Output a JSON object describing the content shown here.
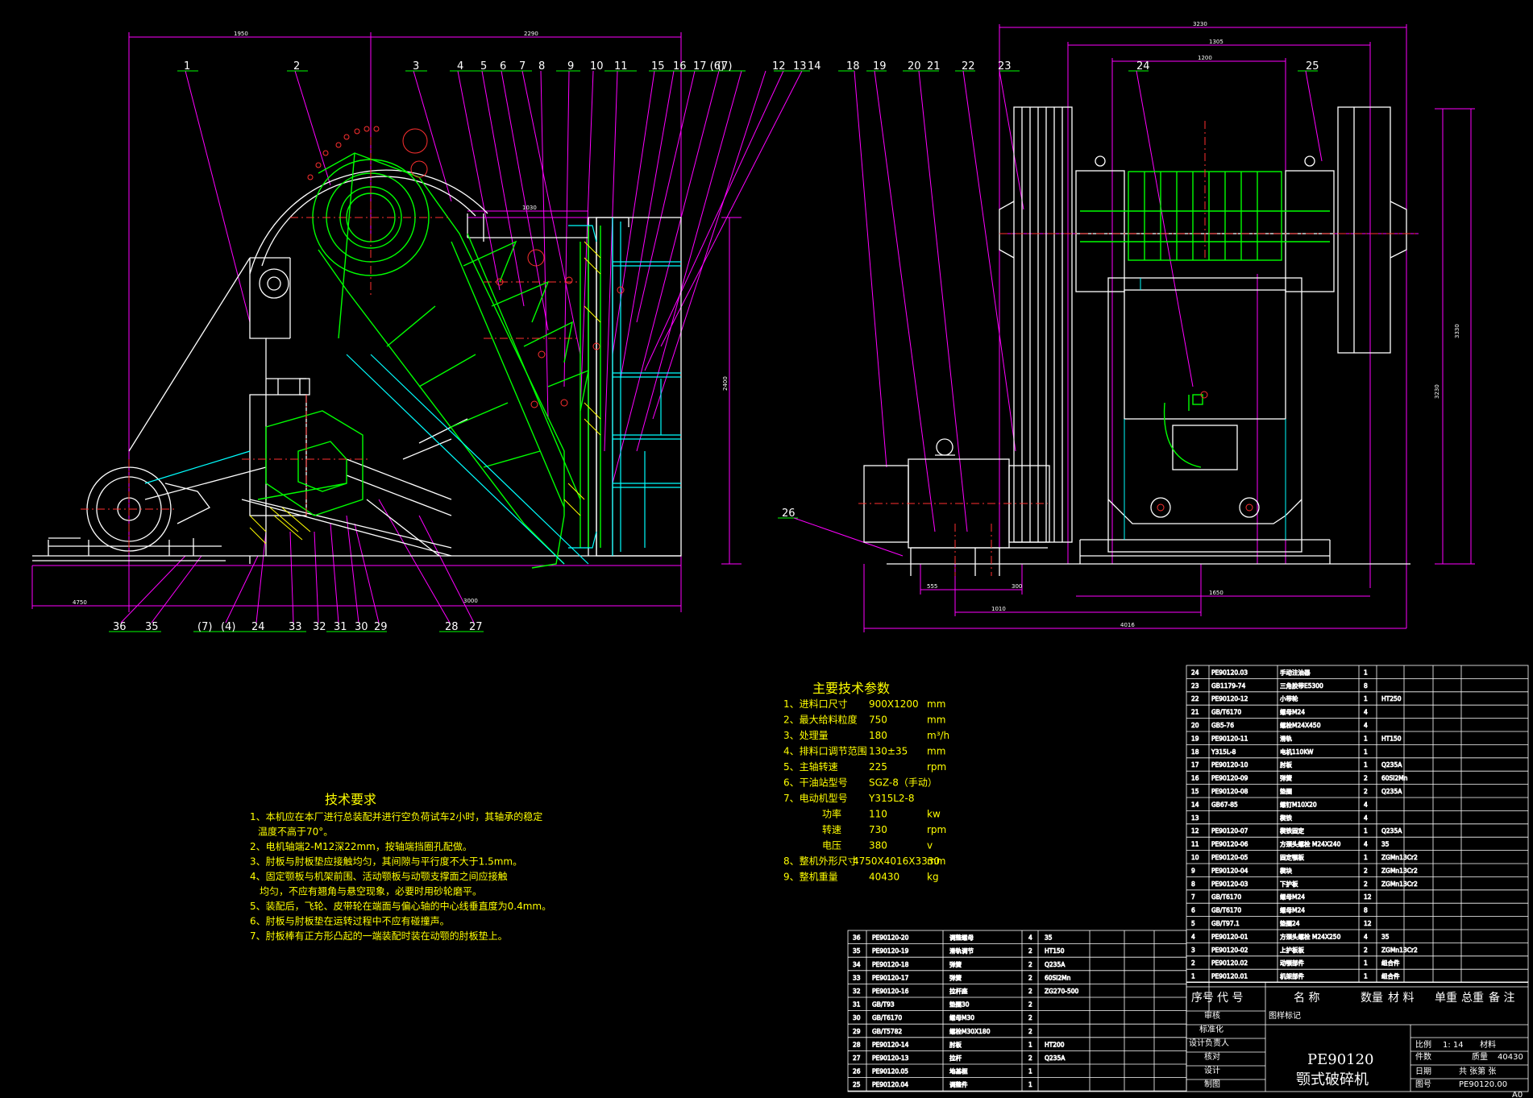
{
  "part_numbers_left": [
    "1",
    "2",
    "3",
    "4",
    "5",
    "6",
    "7",
    "8",
    "9",
    "10",
    "11",
    "15",
    "16",
    "17 (6)",
    "(7)",
    "12",
    "13",
    "14"
  ],
  "part_numbers_right": [
    "18",
    "19",
    "20",
    "21",
    "22",
    "23",
    "24",
    "25"
  ],
  "part_numbers_bottom": [
    "36",
    "35",
    "(7)",
    "(4)",
    "24",
    "33",
    "32",
    "31",
    "30",
    "29",
    "28",
    "27"
  ],
  "part_number_26": "26",
  "tech_requirements": {
    "title": "技术要求",
    "lines": [
      "1、本机应在本厂进行总装配并进行空负荷试车2小时，其轴承的稳定",
      "温度不高于70°。",
      "2、电机轴端2-M12深22mm，按轴端挡圈孔配做。",
      "3、肘板与肘板垫应接触均匀，其间隙与平行度不大于1.5mm。",
      "4、固定颚板与机架前围、活动颚板与动颚支撑面之间应接触",
      "均匀，不应有翘角与悬空现象，必要时用砂轮磨平。",
      "5、装配后，飞轮、皮带轮在端面与偏心轴的中心线垂直度为0.4mm。",
      "6、肘板与肘板垫在运转过程中不应有碰撞声。",
      "7、肘板棒有正方形凸起的一端装配时装在动颚的肘板垫上。"
    ]
  },
  "main_params": {
    "title": "主要技术参数",
    "rows": [
      {
        "label": "1、进料口尺寸",
        "value": "900X1200",
        "unit": "mm"
      },
      {
        "label": "2、最大给料粒度",
        "value": "750",
        "unit": "mm"
      },
      {
        "label": "3、处理量",
        "value": "180",
        "unit": "m³/h"
      },
      {
        "label": "4、排料口调节范围",
        "value": "130±35",
        "unit": "mm"
      },
      {
        "label": "5、主轴转速",
        "value": "225",
        "unit": "rpm"
      },
      {
        "label": "6、干油站型号",
        "value": "SGZ-8（手动）",
        "unit": ""
      },
      {
        "label": "7、电动机型号",
        "value": "Y315L2-8",
        "unit": ""
      },
      {
        "label": "功率",
        "value": "110",
        "unit": "kw"
      },
      {
        "label": "转速",
        "value": "730",
        "unit": "rpm"
      },
      {
        "label": "电压",
        "value": "380",
        "unit": "v"
      },
      {
        "label": "8、整机外形尺寸",
        "value": "4750X4016X3330",
        "unit": "mm"
      },
      {
        "label": "9、整机重量",
        "value": "40430",
        "unit": "kg"
      }
    ]
  },
  "bom_right": [
    {
      "no": "24",
      "code": "PE90120.03",
      "name": "手动注油器",
      "qty": "1",
      "mat": ""
    },
    {
      "no": "23",
      "code": "GB1179-74",
      "name": "三角胶带E5300",
      "qty": "8",
      "mat": ""
    },
    {
      "no": "22",
      "code": "PE90120-12",
      "name": "小带轮",
      "qty": "1",
      "mat": "HT250"
    },
    {
      "no": "21",
      "code": "GB/T6170",
      "name": "螺母M24",
      "qty": "4",
      "mat": ""
    },
    {
      "no": "20",
      "code": "GB5-76",
      "name": "螺栓M24X450",
      "qty": "4",
      "mat": ""
    },
    {
      "no": "19",
      "code": "PE90120-11",
      "name": "滑轨",
      "qty": "1",
      "mat": "HT150"
    },
    {
      "no": "18",
      "code": "Y315L-8",
      "name": "电机110KW",
      "qty": "1",
      "mat": ""
    },
    {
      "no": "17",
      "code": "PE90120-10",
      "name": "肘板",
      "qty": "1",
      "mat": "Q235A"
    },
    {
      "no": "16",
      "code": "PE90120-09",
      "name": "弹簧",
      "qty": "2",
      "mat": "60Si2Mn"
    },
    {
      "no": "15",
      "code": "PE90120-08",
      "name": "垫圈",
      "qty": "2",
      "mat": "Q235A"
    },
    {
      "no": "14",
      "code": "GB67-85",
      "name": "螺钉M10X20",
      "qty": "4",
      "mat": ""
    },
    {
      "no": "13",
      "code": "",
      "name": "楔铁",
      "qty": "4",
      "mat": ""
    },
    {
      "no": "12",
      "code": "PE90120-07",
      "name": "楔铁固定",
      "qty": "1",
      "mat": "Q235A"
    },
    {
      "no": "11",
      "code": "PE90120-06",
      "name": "方颈头螺栓 M24X240",
      "qty": "4",
      "mat": "35"
    },
    {
      "no": "10",
      "code": "PE90120-05",
      "name": "固定颚板",
      "qty": "1",
      "mat": "ZGMn13Cr2"
    },
    {
      "no": "9",
      "code": "PE90120-04",
      "name": "楔块",
      "qty": "2",
      "mat": "ZGMn13Cr2"
    },
    {
      "no": "8",
      "code": "PE90120-03",
      "name": "下护板",
      "qty": "2",
      "mat": "ZGMn13Cr2"
    },
    {
      "no": "7",
      "code": "GB/T6170",
      "name": "螺母M24",
      "qty": "12",
      "mat": ""
    },
    {
      "no": "6",
      "code": "GB/T6170",
      "name": "螺母M24",
      "qty": "8",
      "mat": ""
    },
    {
      "no": "5",
      "code": "GB/T97.1",
      "name": "垫圈24",
      "qty": "12",
      "mat": ""
    },
    {
      "no": "4",
      "code": "PE90120-01",
      "name": "方颈头螺栓 M24X250",
      "qty": "4",
      "mat": "35"
    },
    {
      "no": "3",
      "code": "PE90120-02",
      "name": "上护板板",
      "qty": "2",
      "mat": "ZGMn13Cr2"
    },
    {
      "no": "2",
      "code": "PE90120.02",
      "name": "动颚部件",
      "qty": "1",
      "mat": "组合件"
    },
    {
      "no": "1",
      "code": "PE90120.01",
      "name": "机架部件",
      "qty": "1",
      "mat": "组合件"
    }
  ],
  "bom_left": [
    {
      "no": "36",
      "code": "PE90120-20",
      "name": "调整螺母",
      "qty": "4",
      "mat": "35"
    },
    {
      "no": "35",
      "code": "PE90120-19",
      "name": "滑轨调节",
      "qty": "2",
      "mat": "HT150"
    },
    {
      "no": "34",
      "code": "PE90120-18",
      "name": "弹簧",
      "qty": "2",
      "mat": "Q235A"
    },
    {
      "no": "33",
      "code": "PE90120-17",
      "name": "弹簧",
      "qty": "2",
      "mat": "60Si2Mn"
    },
    {
      "no": "32",
      "code": "PE90120-16",
      "name": "拉杆座",
      "qty": "2",
      "mat": "ZG270-500"
    },
    {
      "no": "31",
      "code": "GB/T93",
      "name": "垫圈30",
      "qty": "2",
      "mat": ""
    },
    {
      "no": "30",
      "code": "GB/T6170",
      "name": "螺母M30",
      "qty": "2",
      "mat": ""
    },
    {
      "no": "29",
      "code": "GB/T5782",
      "name": "螺栓M30X180",
      "qty": "2",
      "mat": ""
    },
    {
      "no": "28",
      "code": "PE90120-14",
      "name": "肘板",
      "qty": "1",
      "mat": "HT200"
    },
    {
      "no": "27",
      "code": "PE90120-13",
      "name": "拉杆",
      "qty": "2",
      "mat": "Q235A"
    },
    {
      "no": "26",
      "code": "PE90120.05",
      "name": "地基框",
      "qty": "1",
      "mat": ""
    },
    {
      "no": "25",
      "code": "PE90120.04",
      "name": "调整件",
      "qty": "1",
      "mat": ""
    }
  ],
  "bom_header": {
    "no": "序号",
    "code": "代 号",
    "name": "名 称",
    "qty": "数量",
    "mat": "材 料",
    "unit_weight": "单重",
    "total_weight": "总重",
    "note": "备 注"
  },
  "title_block": {
    "labels": [
      "审核",
      "标准化",
      "设计负责人",
      "核对",
      "设计",
      "制图"
    ],
    "mark_label": "图样标记",
    "product_code": "PE90120",
    "product_name": "颚式破碎机",
    "scale_label": "比例",
    "scale": "1: 14",
    "material_label": "材料",
    "count_label": "件数",
    "weight_label": "质量",
    "weight": "40430",
    "date_label": "日期",
    "sheets": "共 张第 张",
    "drawing_no_label": "图号",
    "drawing_no": "PE90120.00",
    "corner": "A0"
  },
  "dims": {
    "top_left_a": "1950",
    "top_left_b": "2290",
    "top_right_a": "3230",
    "top_right_b": "1305",
    "top_right_c": "1200",
    "mid_a": "1030",
    "bottom_left_a": "4750",
    "bottom_left_b": "3000",
    "bottom_right_a": "1010",
    "bottom_right_b": "4016",
    "bottom_right_c": "1650",
    "bottom_right_d": "555",
    "bottom_right_e": "300",
    "height_a": "3330",
    "height_b": "2400",
    "height_c": "3230"
  }
}
